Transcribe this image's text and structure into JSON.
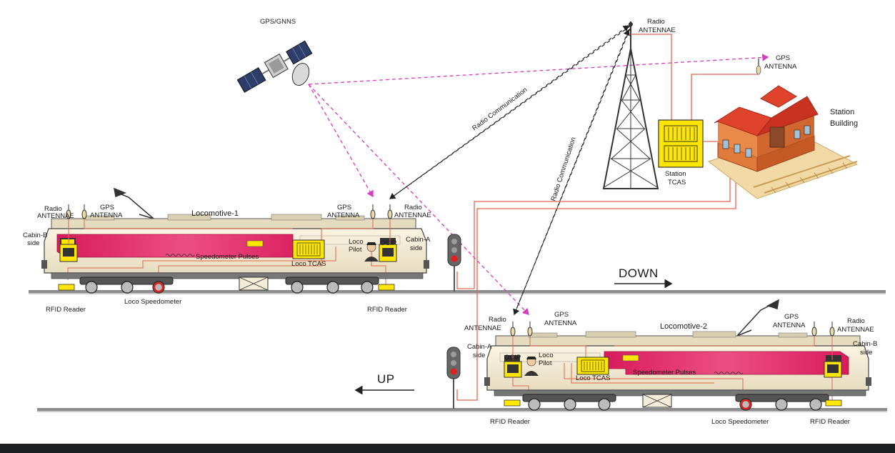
{
  "satellite": {
    "label": "GPS/GNNS"
  },
  "tower": {
    "antenna_label_1": "Radio",
    "antenna_label_2": "ANTENNAE"
  },
  "station": {
    "gps_label_1": "GPS",
    "gps_label_2": "ANTENNA",
    "building_label_1": "Station",
    "building_label_2": "Building",
    "tcas_label_1": "Station",
    "tcas_label_2": "TCAS"
  },
  "links": {
    "radio_comm_1": "Radio Communication",
    "radio_comm_2": "Radio Communication"
  },
  "directions": {
    "down": "DOWN",
    "up": "UP"
  },
  "loco1": {
    "title": "Locomotive-1",
    "radio_left_1": "Radio",
    "radio_left_2": "ANTENNAE",
    "gps_left_1": "GPS",
    "gps_left_2": "ANTENNA",
    "gps_right_1": "GPS",
    "gps_right_2": "ANTENNA",
    "radio_right_1": "Radio",
    "radio_right_2": "ANTENNAE",
    "cabin_b_1": "Cabin-B",
    "cabin_b_2": "side",
    "cabin_a_1": "Cabin-A",
    "cabin_a_2": "side",
    "pilot_1": "Loco",
    "pilot_2": "Pilot",
    "ocip": "OCIP",
    "speedo_pulses": "Speedometer Pulses",
    "tcas": "Loco TCAS",
    "rfid_left": "RFID Reader",
    "speedometer": "Loco Speedometer",
    "rfid_right": "RFID Reader"
  },
  "loco2": {
    "title": "Locomotive-2",
    "radio_left_1": "Radio",
    "radio_left_2": "ANTENNAE",
    "gps_left_1": "GPS",
    "gps_left_2": "ANTENNA",
    "gps_right_1": "GPS",
    "gps_right_2": "ANTENNA",
    "radio_right_1": "Radio",
    "radio_right_2": "ANTENNAE",
    "cabin_a_1": "Cabin-A",
    "cabin_a_2": "side",
    "cabin_b_1": "Cabin-B",
    "cabin_b_2": "side",
    "pilot_1": "Loco",
    "pilot_2": "Pilot",
    "ocip": "OCIP",
    "speedo_pulses": "Speedometer Pulses",
    "tcas": "Loco TCAS",
    "rfid_left": "RFID Reader",
    "speedometer": "Loco Speedometer",
    "rfid_right": "RFID Reader"
  },
  "colors": {
    "loco_body": "#f3ecd6",
    "loco_band": "#e0286a",
    "device_yellow": "#ffe600",
    "wire_red": "#e0674b",
    "gps_link": "#d63bc2",
    "radio_link": "#222222",
    "roof_red": "#e0432c",
    "track": "#888888"
  }
}
